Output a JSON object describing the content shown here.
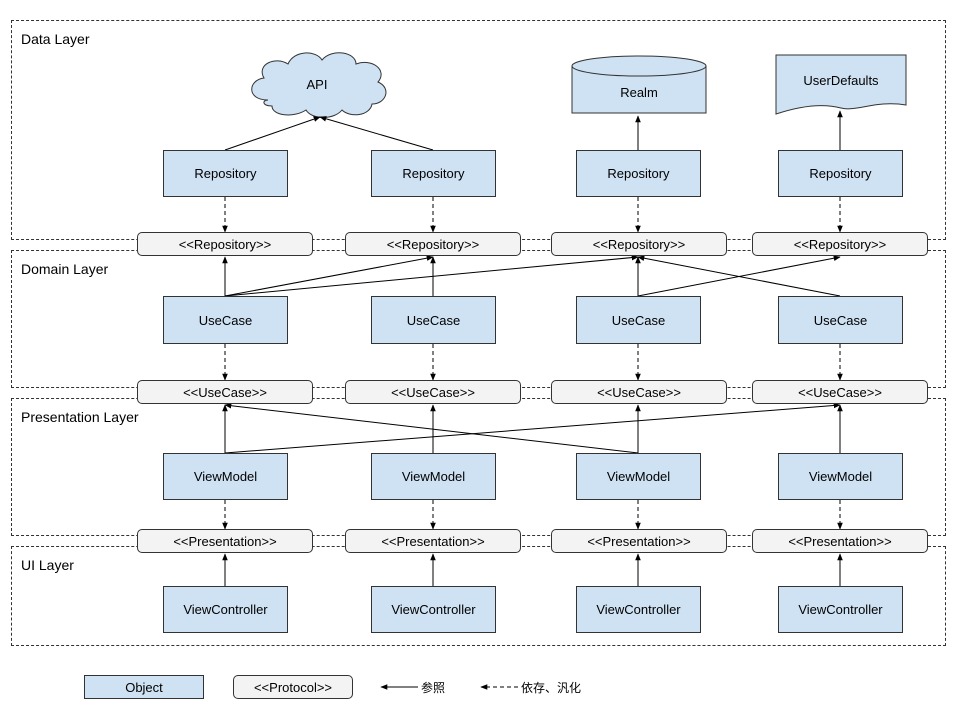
{
  "layers": {
    "data": "Data Layer",
    "domain": "Domain Layer",
    "presentation": "Presentation Layer",
    "ui": "UI Layer"
  },
  "stores": {
    "api": "API",
    "realm": "Realm",
    "user_defaults": "UserDefaults"
  },
  "columns": [
    {
      "repository": "Repository",
      "repository_protocol": "<<Repository>>",
      "usecase": "UseCase",
      "usecase_protocol": "<<UseCase>>",
      "viewmodel": "ViewModel",
      "presentation_protocol": "<<Presentation>>",
      "viewcontroller": "ViewController"
    },
    {
      "repository": "Repository",
      "repository_protocol": "<<Repository>>",
      "usecase": "UseCase",
      "usecase_protocol": "<<UseCase>>",
      "viewmodel": "ViewModel",
      "presentation_protocol": "<<Presentation>>",
      "viewcontroller": "ViewController"
    },
    {
      "repository": "Repository",
      "repository_protocol": "<<Repository>>",
      "usecase": "UseCase",
      "usecase_protocol": "<<UseCase>>",
      "viewmodel": "ViewModel",
      "presentation_protocol": "<<Presentation>>",
      "viewcontroller": "ViewController"
    },
    {
      "repository": "Repository",
      "repository_protocol": "<<Repository>>",
      "usecase": "UseCase",
      "usecase_protocol": "<<UseCase>>",
      "viewmodel": "ViewModel",
      "presentation_protocol": "<<Presentation>>",
      "viewcontroller": "ViewController"
    }
  ],
  "legend": {
    "object": "Object",
    "protocol": "<<Protocol>>",
    "reference": "参照",
    "dependency": "依存、汎化"
  },
  "colors": {
    "object_fill": "#cfe2f3",
    "protocol_fill": "#f3f3f3",
    "stroke": "#333333"
  }
}
